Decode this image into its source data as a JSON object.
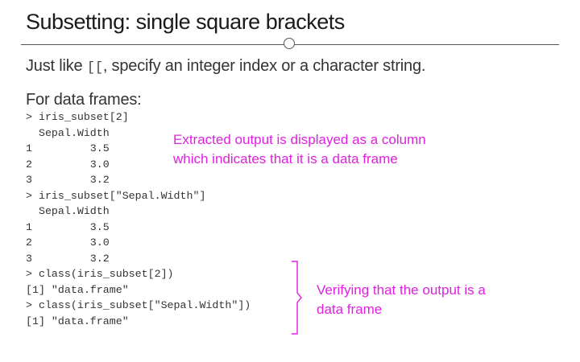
{
  "slide": {
    "title": "Subsetting: single square brackets",
    "subtitle_before": "Just like ",
    "subtitle_code": "[[",
    "subtitle_after": ", specify an integer index or a character string.",
    "section_heading": "For data frames:"
  },
  "code_lines": [
    "> iris_subset[2]",
    "  Sepal.Width",
    "1         3.5",
    "2         3.0",
    "3         3.2",
    "> iris_subset[\"Sepal.Width\"]",
    "  Sepal.Width",
    "1         3.5",
    "2         3.0",
    "3         3.2",
    "> class(iris_subset[2])",
    "[1] \"data.frame\"",
    "> class(iris_subset[\"Sepal.Width\"])",
    "[1] \"data.frame\""
  ],
  "annotations": {
    "note1_line1": "Extracted output is displayed as a column",
    "note1_line2": "which indicates that it is a data frame",
    "note2_line1": "Verifying that the output is a",
    "note2_line2": "data frame"
  },
  "colors": {
    "annotation": "#e020e0",
    "rule": "#555555"
  }
}
